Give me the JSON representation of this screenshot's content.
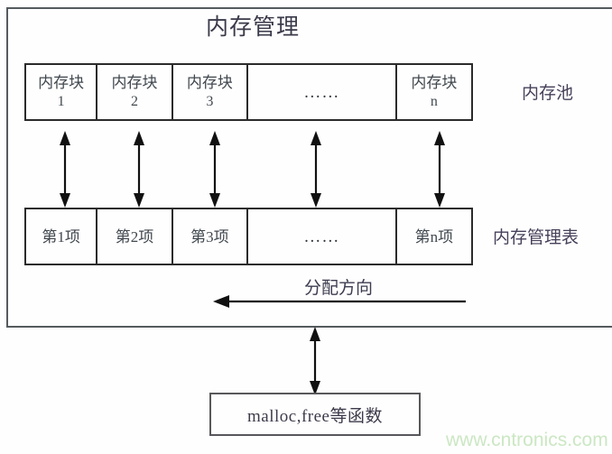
{
  "diagram": {
    "title": "内存管理",
    "pool_row": {
      "label": "内存池",
      "cells": [
        {
          "line1": "内存块",
          "line2": "1"
        },
        {
          "line1": "内存块",
          "line2": "2"
        },
        {
          "line1": "内存块",
          "line2": "3"
        },
        {
          "line1": "……",
          "line2": ""
        },
        {
          "line1": "内存块",
          "line2": "n"
        }
      ]
    },
    "table_row": {
      "label": "内存管理表",
      "cells": [
        {
          "line1": "第1项",
          "line2": ""
        },
        {
          "line1": "第2项",
          "line2": ""
        },
        {
          "line1": "第3项",
          "line2": ""
        },
        {
          "line1": "……",
          "line2": ""
        },
        {
          "line1": "第n项",
          "line2": ""
        }
      ]
    },
    "allocation": {
      "label": "分配方向",
      "direction": "left"
    },
    "function_box": {
      "label": "malloc,free等函数"
    },
    "link_arrows": {
      "count": 5,
      "type": "double-headed-vertical"
    }
  },
  "watermark": {
    "text": "www.cntronics.com",
    "color": "#cbe7c3"
  },
  "colors": {
    "outline": "#2b2b2b",
    "container_outline": "#555b5e",
    "text": "#41484f",
    "title": "#3a3a4a",
    "background": "#fefefe"
  }
}
